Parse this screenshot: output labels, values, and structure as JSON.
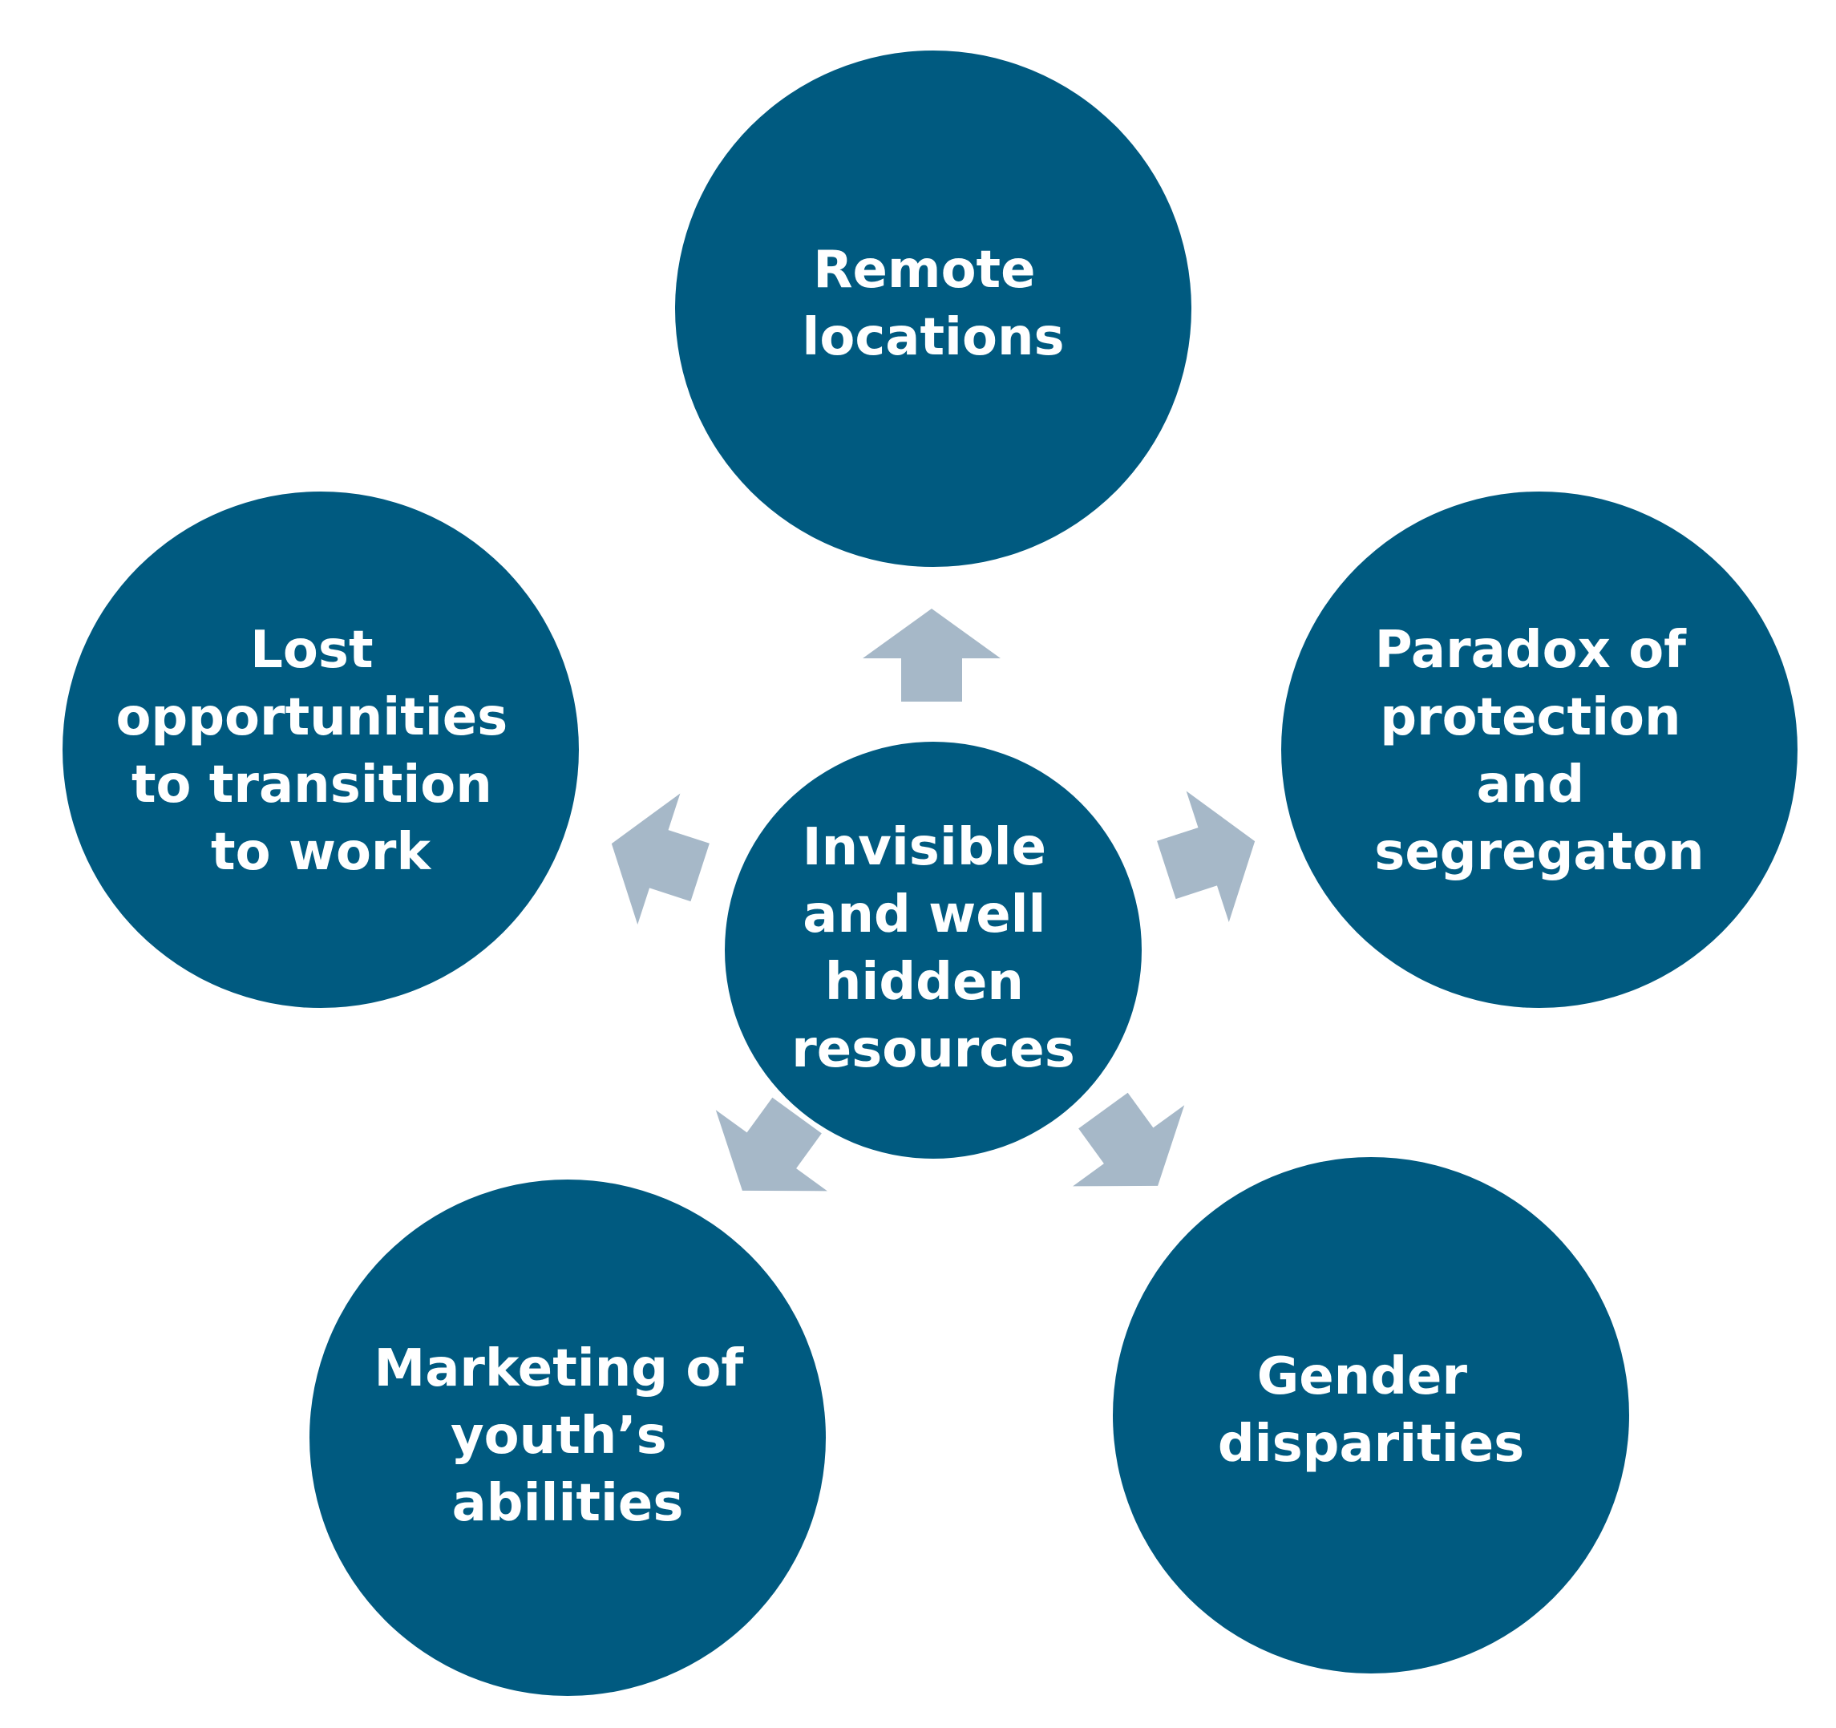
{
  "colors": {
    "circle": "#005a80",
    "arrow": "#a6b8c8",
    "text": "#ffffff",
    "background": "#ffffff"
  },
  "center": {
    "lines": [
      "Invisible",
      "and well",
      "hidden",
      "resources"
    ]
  },
  "nodes": [
    {
      "id": "remote-locations",
      "lines": [
        "Remote",
        "locations"
      ]
    },
    {
      "id": "paradox-of-protection",
      "lines": [
        "Paradox of",
        "protection",
        "and",
        "segregaton"
      ]
    },
    {
      "id": "gender-disparities",
      "lines": [
        "Gender",
        "disparities"
      ]
    },
    {
      "id": "marketing-of-youths-abilities",
      "lines": [
        "Marketing of",
        "youth’s",
        "abilities"
      ]
    },
    {
      "id": "lost-opportunities",
      "lines": [
        "Lost",
        "opportunities",
        "to transition",
        "to work"
      ]
    }
  ]
}
